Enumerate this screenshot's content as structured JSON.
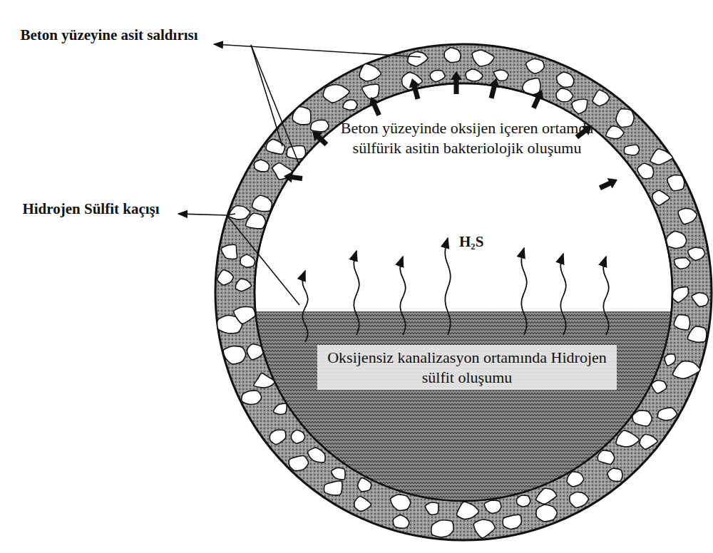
{
  "diagram": {
    "labels": [
      "Beton yüzeyine asit saldırısı",
      "Hidrojen Sülfit kaçışı",
      "Beton yüzeyinde oksijen içeren ortamda sülfürik asitin bakteriolojik oluşumu",
      "H₂S",
      "Oksijensiz kanalizasyon ortamında Hidrojen sülfit oluşumu"
    ]
  }
}
